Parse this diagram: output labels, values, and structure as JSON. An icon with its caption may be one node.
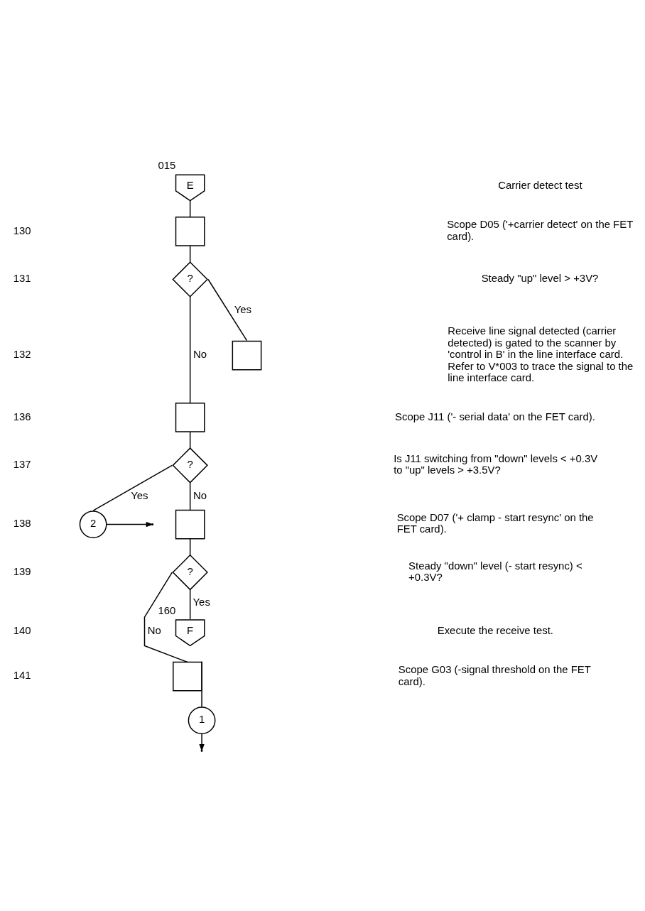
{
  "diagram": {
    "nodes": [
      {
        "text": [
          "E"
        ],
        "beside": [
          "015"
        ]
      },
      {
        "text": [],
        "shape": "box"
      },
      {
        "text": [
          "?"
        ]
      },
      {
        "text": [],
        "shape": "box"
      },
      {
        "text": [],
        "shape": "box"
      },
      {
        "text": [
          "?"
        ]
      },
      {
        "text": [
          "2"
        ]
      },
      {
        "text": [],
        "shape": "box"
      },
      {
        "text": [
          "?"
        ]
      },
      {
        "text": [
          "F"
        ],
        "beside": [
          "160"
        ]
      },
      {
        "text": [],
        "shape": "box"
      },
      {
        "text": [
          "1"
        ]
      }
    ],
    "edges": [
      {
        "from": 0,
        "to": 1,
        "arrow": "none"
      },
      {
        "from": 1,
        "to": 2,
        "arrow": "none"
      },
      {
        "from": 2,
        "to": 3,
        "arrow": "none",
        "label": "Yes"
      },
      {
        "from": 2,
        "to": 4,
        "arrow": "none",
        "label": "No"
      },
      {
        "from": 4,
        "to": 5,
        "arrow": "none"
      },
      {
        "from": 5,
        "to": 6,
        "arrow": "none",
        "label": "Yes"
      },
      {
        "from": 6,
        "to": null,
        "arrow": "to"
      },
      {
        "from": 5,
        "to": 7,
        "arrow": "none",
        "label": "No"
      },
      {
        "from": 7,
        "to": 8,
        "arrow": "none"
      },
      {
        "from": 8,
        "to": 9,
        "arrow": "none",
        "label": "Yes"
      },
      {
        "from": 8,
        "to": 10,
        "arrow": "none",
        "label": "No"
      },
      {
        "from": 10,
        "to": 11,
        "arrow": "none"
      },
      {
        "from": 11,
        "to": null,
        "arrow": "to"
      }
    ],
    "labels": [
      "Carrier detect test",
      "130",
      "Scope D05 ('+carrier detect' on the FET card).",
      "131",
      "Steady \"up\" level > +3V?",
      "132",
      "Receive line signal detected (carrier detected) is gated to the scanner by 'control in B' in the line interface card. Refer to V*003 to trace the signal to the line interface card.",
      "136",
      "Scope J11 ('- serial data' on the FET card).",
      "137",
      "Is J11 switching from \"down\" levels < +0.3V to \"up\" levels > +3.5V?",
      "138",
      "Scope D07 ('+ clamp - start resync' on the FET card).",
      "139",
      "Steady \"down\" level (- start resync) < +0.3V?",
      "140",
      "Execute the receive test.",
      "141",
      "Scope G03 (-signal threshold on the FET card)."
    ]
  }
}
